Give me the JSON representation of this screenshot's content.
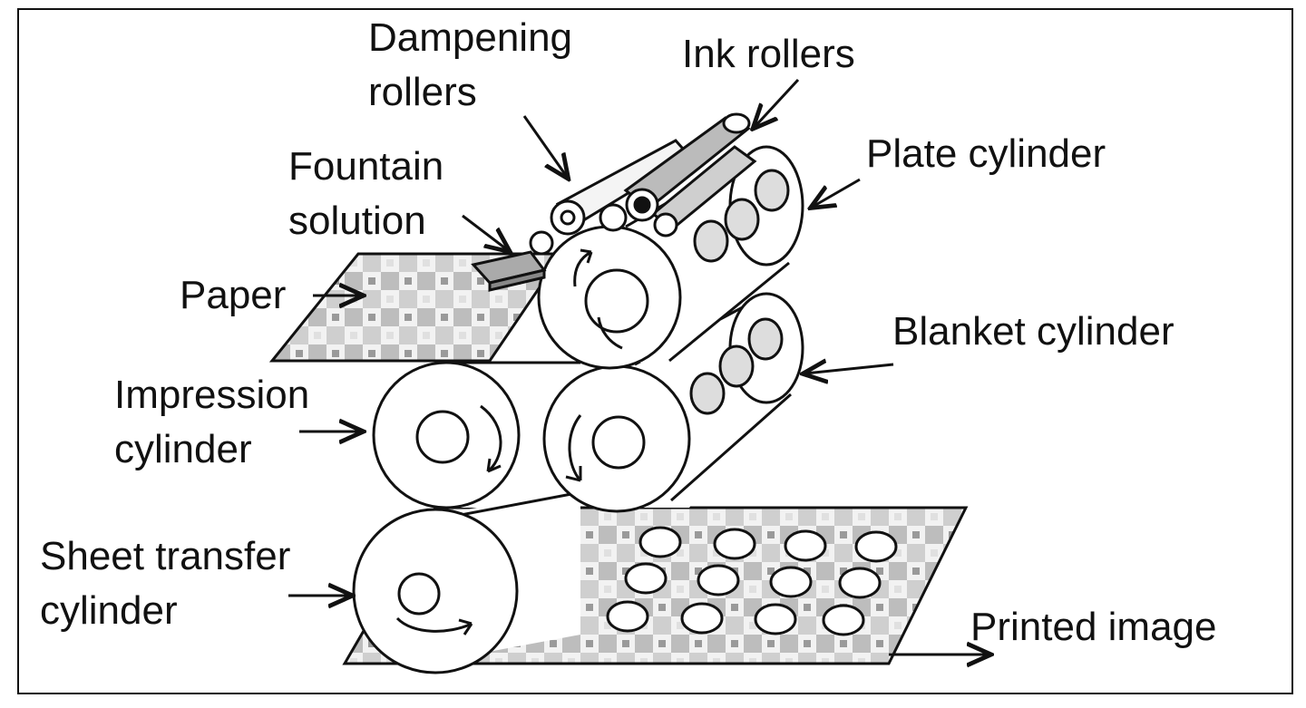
{
  "labels": {
    "dampening_line1": "Dampening",
    "dampening_line2": "rollers",
    "ink_rollers": "Ink rollers",
    "fountain_line1": "Fountain",
    "fountain_line2": "solution",
    "plate_cylinder": "Plate cylinder",
    "paper": "Paper",
    "blanket_cylinder": "Blanket cylinder",
    "impression_line1": "Impression",
    "impression_line2": "cylinder",
    "sheet_transfer_line1": "Sheet transfer",
    "sheet_transfer_line2": "cylinder",
    "printed_image": "Printed image"
  },
  "colors": {
    "background": "#ffffff",
    "line": "#111111",
    "paper_texture": "#9a9a9a",
    "cylinder_fill": "#ffffff"
  }
}
